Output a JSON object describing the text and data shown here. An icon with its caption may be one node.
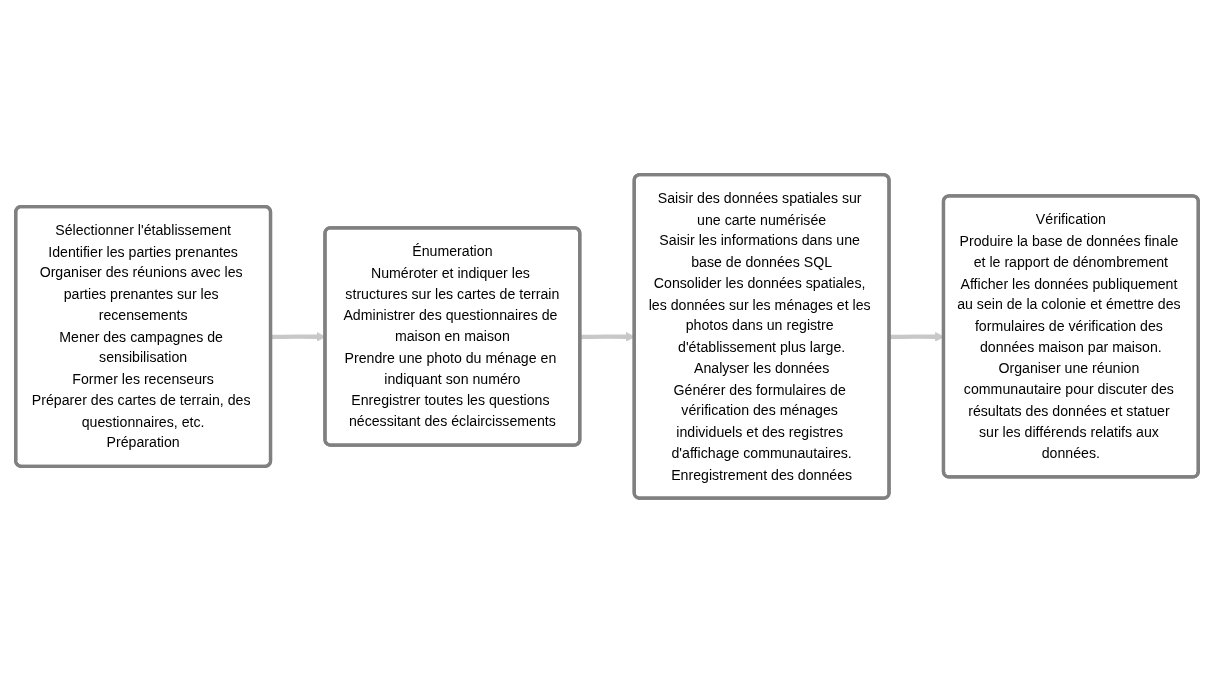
{
  "diagram": {
    "nodes": [
      {
        "text": [
          "Sélectionner l'établissement",
          "Identifier les parties prenantes",
          "Organiser des réunions avec les parties prenantes sur les recensements",
          "Mener des campagnes de sensibilisation",
          "Former les recenseurs",
          "Préparer des cartes de terrain, des questionnaires, etc.",
          "Préparation"
        ]
      },
      {
        "text": [
          "Énumeration",
          "Numéroter et indiquer les structures sur les cartes de terrain",
          "Administrer des questionnaires de maison en maison",
          "Prendre une photo du ménage en indiquant son numéro",
          "Enregistrer toutes les questions nécessitant des éclaircissements"
        ]
      },
      {
        "text": [
          "Saisir des données spatiales sur une carte numérisée",
          "Saisir les informations dans une base de données SQL",
          "Consolider les données spatiales, les données sur les ménages et les photos dans un registre d'établissement plus large.",
          "Analyser les données",
          "Générer des formulaires de vérification des ménages individuels et des registres d'affichage communautaires.",
          "Enregistrement des données"
        ]
      },
      {
        "text": [
          "Vérification",
          "Produire la base de données finale et le rapport de dénombrement",
          "Afficher les données publiquement au sein de la colonie et émettre des formulaires de vérification des données maison par maison.",
          "Organiser une réunion communautaire pour discuter des résultats des données et statuer sur les différends relatifs aux données."
        ]
      }
    ],
    "edges": [
      {
        "from": 0,
        "to": 1,
        "arrow": "to"
      },
      {
        "from": 1,
        "to": 2,
        "arrow": "to"
      },
      {
        "from": 2,
        "to": 3,
        "arrow": "to"
      }
    ]
  }
}
